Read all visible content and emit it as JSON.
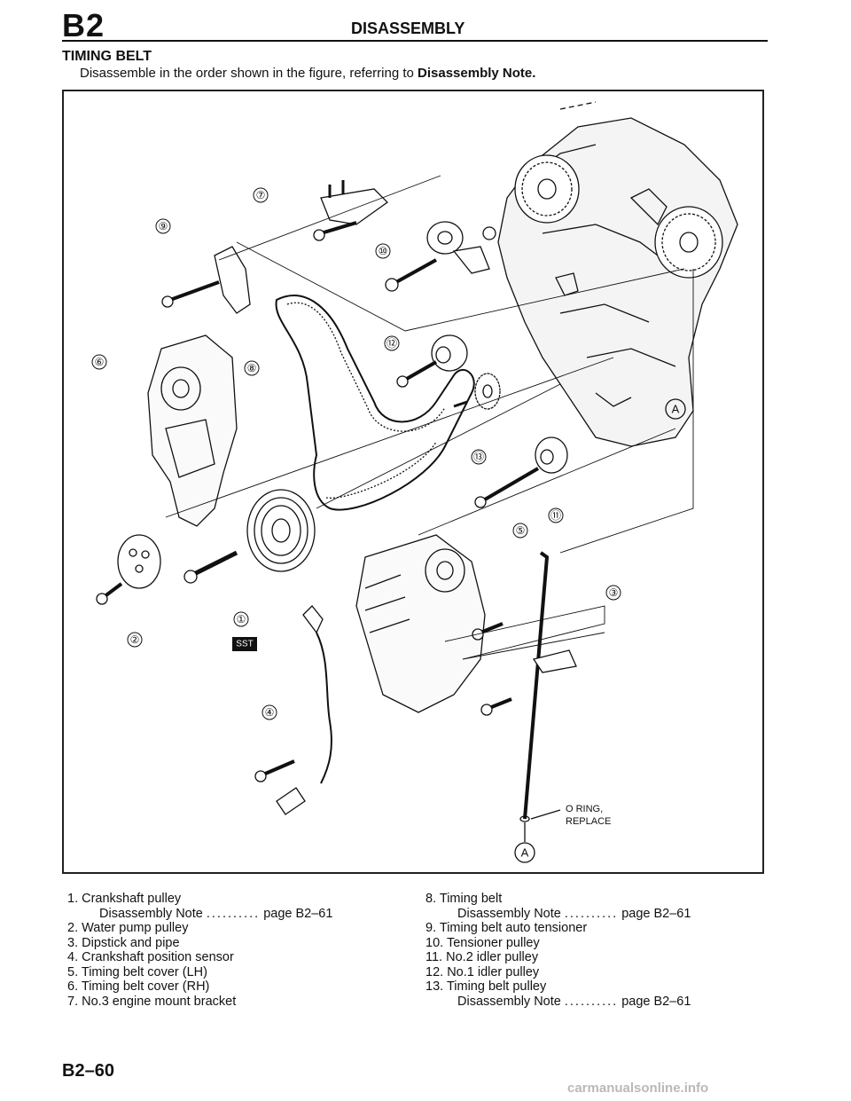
{
  "header": {
    "section_code": "B2",
    "title": "DISASSEMBLY"
  },
  "section": {
    "title": "TIMING BELT",
    "intro_prefix": "Disassemble in the order shown in the figure, referring to ",
    "intro_bold": "Disassembly Note."
  },
  "figure": {
    "callouts": [
      "①",
      "②",
      "③",
      "④",
      "⑤",
      "⑥",
      "⑦",
      "⑧",
      "⑨",
      "⑩",
      "⑪",
      "⑫",
      "⑬"
    ],
    "sst_label": "SST",
    "view_marker": "A",
    "o_ring_line1": "O RING,",
    "o_ring_line2": "REPLACE"
  },
  "legend": {
    "left": [
      {
        "num": "1.",
        "text": "Crankshaft pulley"
      },
      {
        "note": "Disassembly Note",
        "dots": "..........",
        "page": "page B2–61"
      },
      {
        "num": "2.",
        "text": "Water pump pulley"
      },
      {
        "num": "3.",
        "text": "Dipstick and pipe"
      },
      {
        "num": "4.",
        "text": "Crankshaft position sensor"
      },
      {
        "num": "5.",
        "text": "Timing belt cover (LH)"
      },
      {
        "num": "6.",
        "text": "Timing belt cover (RH)"
      },
      {
        "num": "7.",
        "text": "No.3 engine mount bracket"
      }
    ],
    "right": [
      {
        "num": "8.",
        "text": "Timing belt"
      },
      {
        "note": "Disassembly Note",
        "dots": "..........",
        "page": "page B2–61"
      },
      {
        "num": "9.",
        "text": "Timing belt auto tensioner"
      },
      {
        "num": "10.",
        "text": "Tensioner pulley"
      },
      {
        "num": "11.",
        "text": "No.2 idler pulley"
      },
      {
        "num": "12.",
        "text": "No.1 idler pulley"
      },
      {
        "num": "13.",
        "text": "Timing belt pulley"
      },
      {
        "note": "Disassembly Note",
        "dots": "..........",
        "page": "page B2–61"
      }
    ]
  },
  "footer": {
    "page_number": "B2–60",
    "watermark": "carmanualsonline.info"
  }
}
